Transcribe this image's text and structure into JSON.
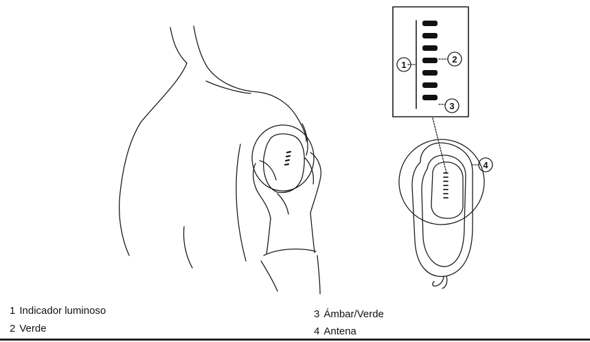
{
  "callouts": {
    "c1": "1",
    "c2": "2",
    "c3": "3",
    "c4": "4"
  },
  "legend": [
    {
      "number": "1",
      "text": "Indicador luminoso"
    },
    {
      "number": "2",
      "text": "Verde"
    },
    {
      "number": "3",
      "text": "Ámbar/Verde"
    },
    {
      "number": "4",
      "text": "Antena"
    }
  ],
  "colors": {
    "ink": "#111111",
    "background": "#ffffff"
  }
}
